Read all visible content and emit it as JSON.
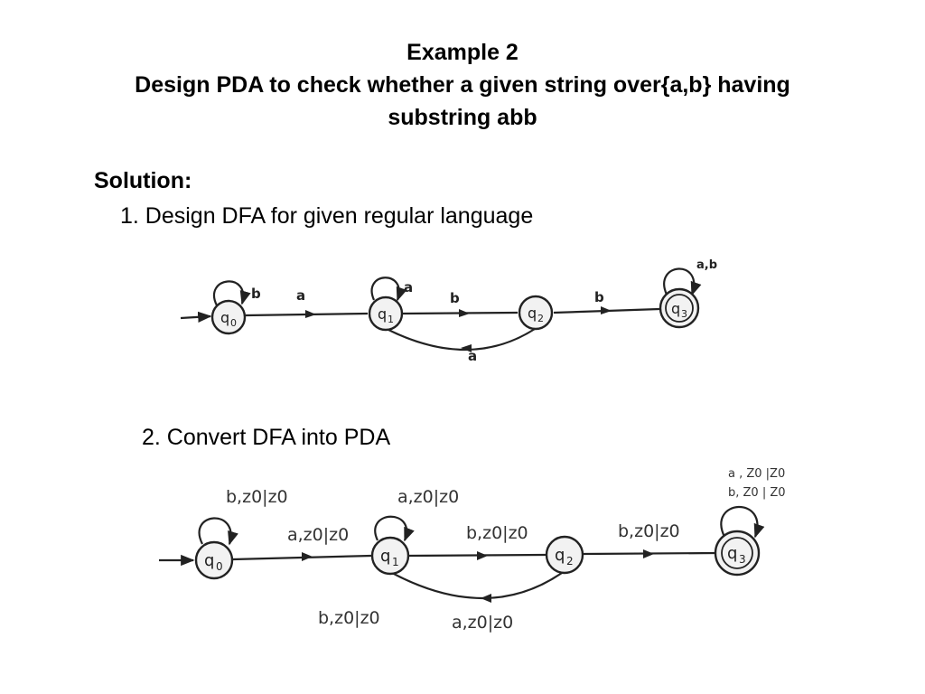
{
  "heading": {
    "line1": "Example 2",
    "line2": "Design PDA to check whether a given string over{a,b} having",
    "line3": "substring abb"
  },
  "solution_label": "Solution:",
  "step1": "1. Design DFA for given regular language",
  "step2": "2. Convert DFA into PDA",
  "dfa": {
    "states": [
      "q0",
      "q1",
      "q2",
      "q3"
    ],
    "accepting": [
      "q3"
    ],
    "start": "q0",
    "transitions": [
      {
        "from": "q0",
        "to": "q0",
        "label": "b"
      },
      {
        "from": "q0",
        "to": "q1",
        "label": "a"
      },
      {
        "from": "q1",
        "to": "q1",
        "label": "a"
      },
      {
        "from": "q1",
        "to": "q2",
        "label": "b"
      },
      {
        "from": "q2",
        "to": "q1",
        "label": "a"
      },
      {
        "from": "q2",
        "to": "q3",
        "label": "b"
      },
      {
        "from": "q3",
        "to": "q3",
        "label": "a,b"
      }
    ]
  },
  "pda": {
    "states": [
      "q0",
      "q1",
      "q2",
      "q3"
    ],
    "accepting": [
      "q3"
    ],
    "start": "q0",
    "transitions": [
      {
        "from": "q0",
        "to": "q0",
        "label": "b,z0|z0"
      },
      {
        "from": "q0",
        "to": "q1",
        "label": "a,z0|z0"
      },
      {
        "from": "q1",
        "to": "q1",
        "label": "a,z0|z0"
      },
      {
        "from": "q1",
        "to": "q2",
        "label": "b,z0|z0"
      },
      {
        "from": "q2",
        "to": "q1",
        "label": "a,z0|z0"
      },
      {
        "from": "q2",
        "to": "q3",
        "label": "b,z0|z0"
      },
      {
        "from": "q3",
        "to": "q3",
        "label": "a , Z0 |Z0"
      },
      {
        "from": "q3",
        "to": "q3",
        "label": "b, Z0 | Z0"
      }
    ],
    "extra_label": "b,z0|z0"
  }
}
